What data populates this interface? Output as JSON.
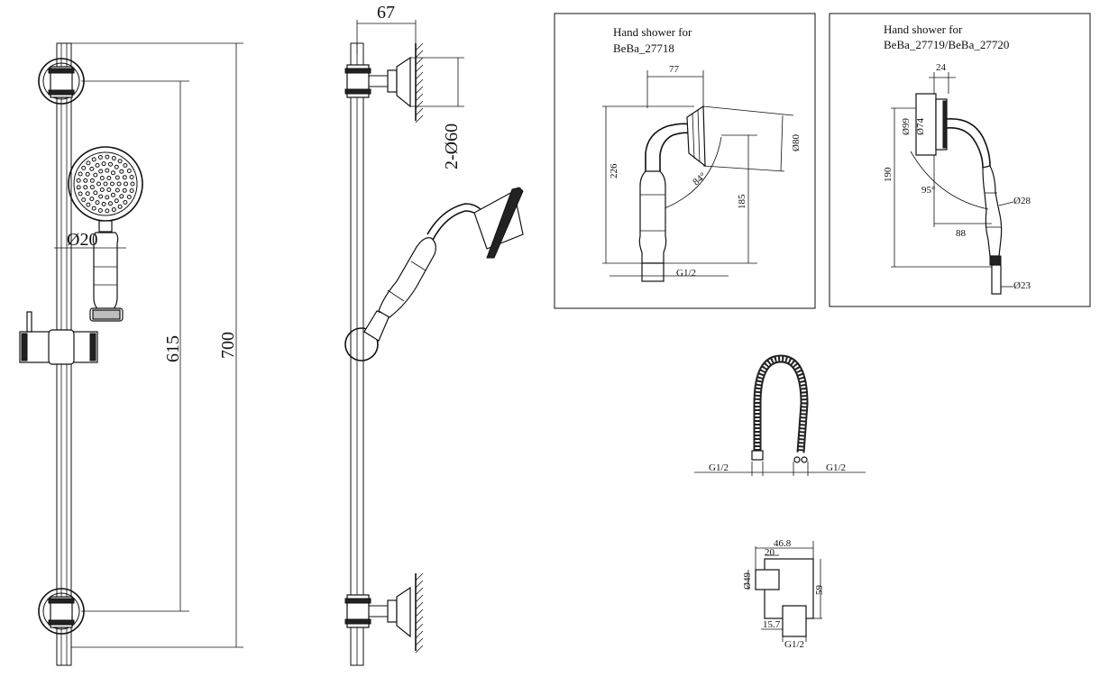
{
  "front_view": {
    "dim_diameter_rail": "Ø20",
    "dim_bracket_spacing": "615",
    "dim_total_height": "700"
  },
  "side_view": {
    "dim_projection": "67",
    "dim_bracket_diameter": "2-Ø60"
  },
  "panel_left": {
    "title_line1": "Hand shower for",
    "title_line2": "BeBa_27718",
    "dim_width": "77",
    "dim_height_total": "226",
    "dim_height_head": "185",
    "dim_head_diameter": "Ø80",
    "dim_angle": "84°",
    "dim_thread": "G1/2"
  },
  "panel_right": {
    "title_line1": "Hand shower for",
    "title_line2": "BeBa_27719/BeBa_27720",
    "dim_depth": "24",
    "dim_outer_diameter": "Ø99",
    "dim_inner_diameter": "Ø74",
    "dim_height": "190",
    "dim_angle": "95°",
    "dim_reach": "88",
    "dim_handle_diameter": "Ø28",
    "dim_end_diameter": "Ø23"
  },
  "hose": {
    "thread_left": "G1/2",
    "thread_right": "G1/2"
  },
  "outlet": {
    "dim_width": "46.8",
    "dim_depth": "20",
    "dim_diameter": "Ø49",
    "dim_height": "59",
    "dim_offset": "15.7",
    "dim_thread": "G1/2"
  }
}
